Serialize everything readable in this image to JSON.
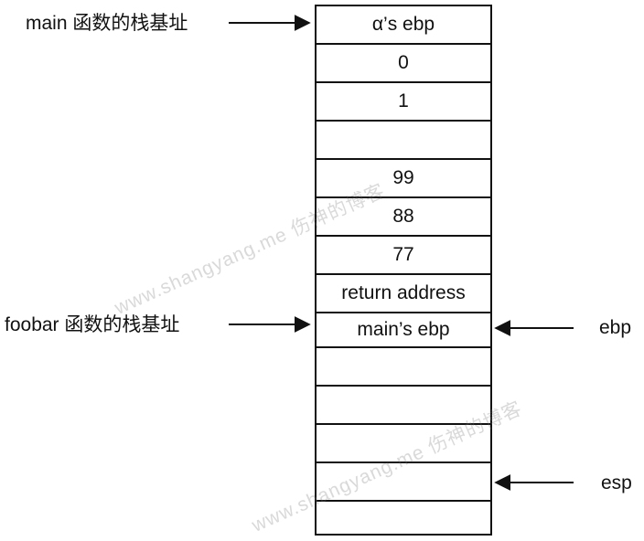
{
  "labels": {
    "main_frame": "main 函数的栈基址",
    "foobar_frame": "foobar 函数的栈基址",
    "ebp": "ebp",
    "esp": "esp"
  },
  "stack_cells": [
    "α’s ebp",
    "0",
    "1",
    "",
    "99",
    "88",
    "77",
    "return address",
    "main’s ebp",
    "",
    "",
    "",
    "",
    ""
  ],
  "watermark": "www.shangyang.me 伤神的博客",
  "colors": {
    "line": "#111111",
    "watermark": "#9a9a9a"
  }
}
